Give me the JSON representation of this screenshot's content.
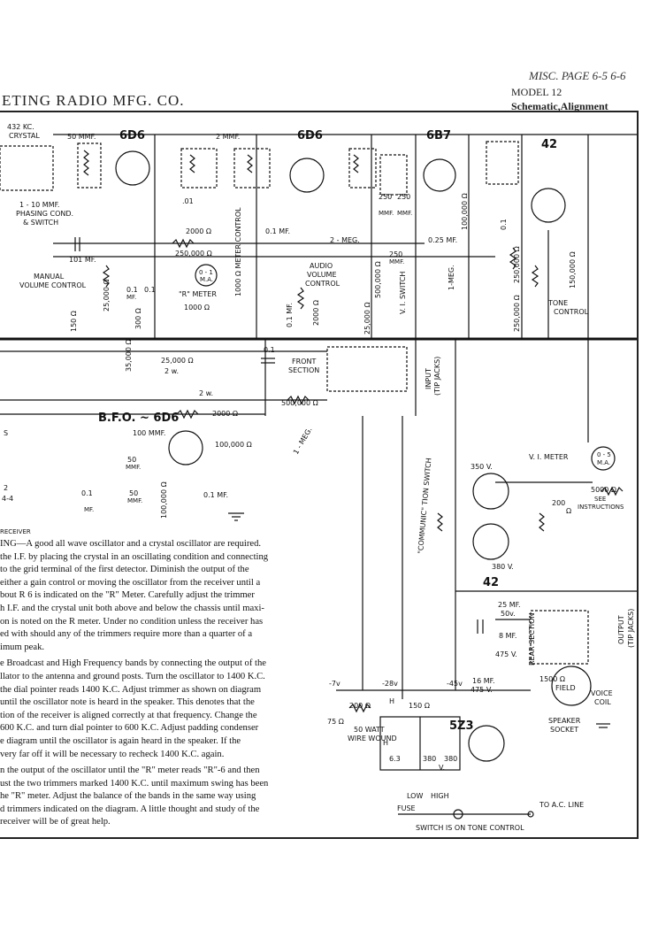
{
  "header": {
    "company": "ETING RADIO MFG. CO.",
    "misc_page": "MISC. PAGE 6-5 6-6",
    "model": "MODEL 12",
    "subtitle": "Schematic,Alignment"
  },
  "tubes": {
    "t1": "6D6",
    "t2": "6D6",
    "t3": "6B7",
    "t4": "42",
    "bfo": "B.F.O. ~ 6D6",
    "out42": "42",
    "rect": "5Z3",
    "vi_meter": "V. I. METER"
  },
  "labels": {
    "crystal_freq": "432 KC.",
    "crystal": "CRYSTAL",
    "c50mmf": "50 MMF.",
    "c2mmf": "2 MMF.",
    "phasing1": "1 - 10 MMF.",
    "phasing2": "PHASING COND.",
    "phasing3": "& SWITCH",
    "c01": ".01",
    "c101": "101 MF.",
    "r250k": "250,000 Ω",
    "r2000": "2000 Ω",
    "c0_1mf": "0.1 MF.",
    "r100000": "100,000 Ω",
    "c250mmf1": "250",
    "c250mmf2": "250",
    "mmf1": "MMF.",
    "mmf2": "MMF.",
    "meg2": "2 - MEG.",
    "c025mf": "0.25 MF.",
    "c250": "250",
    "c250mmf3": "MMF.",
    "manual1": "MANUAL",
    "manual2": "VOLUME CONTROL",
    "r25000": "25,000 Ω",
    "c01mf_a": "0.1",
    "c01mf_b": "0.1",
    "mf": "MF.",
    "r_meter": "\"R\" METER",
    "r1000": "1000 Ω",
    "meter_ma": "0 - 1",
    "meter_ma2": "M.A.",
    "meter_control": "1000 Ω METER CONTROL",
    "audio1": "AUDIO",
    "audio2": "VOLUME",
    "audio3": "CONTROL",
    "r500000": "500,000 Ω",
    "vi_switch": "V. I. SWITCH",
    "r25000b": "25,000 Ω",
    "ohm300": "300 Ω",
    "r2000b": "2000 Ω",
    "r150a": "150 Ω",
    "r1megA": "1-MEG.",
    "r100000b": "100,000 Ω",
    "r250000b": "250,000 Ω",
    "r250000c": "250,000 Ω",
    "r150000": "150,000 Ω",
    "tone1": "TONE",
    "tone2": "CONTROL",
    "c01mf_c": "0.1",
    "c01mf_d": "0.1 MF.",
    "r35000": "35,000 Ω",
    "r25000c": "25,000 Ω",
    "w2": "2 w.",
    "r2w": "2 w.",
    "c01mf_front": "0.1",
    "front1": "FRONT",
    "front2": "SECTION",
    "input1": "INPUT",
    "input2": "(TIP JACKS)",
    "r500000b": "500,000 Ω",
    "r1meg": "1 - MEG.",
    "r2000c": "2000 Ω",
    "c100mmf": "100 MMF.",
    "c50mmf_a": "50",
    "c50mmf_b": "MMF.",
    "r100000c": "100,000 Ω",
    "c01bfo": "0.1 MF.",
    "c50b": "50",
    "c50b2": "MMF.",
    "c01mf_x": "0.1",
    "c01mf_x2": "MF.",
    "comm_switch": "\"COMMUNIC\" TION SWITCH",
    "v350": "350 V.",
    "v380": "380 V.",
    "r200": "200",
    "r200ohm": "Ω",
    "r5000": "5000 Ω",
    "see_instr1": "SEE",
    "see_instr2": "INSTRUCTIONS",
    "meter05": "0 - 5",
    "meter05b": "M.A.",
    "c25mf": "25 MF.",
    "v50": "50v.",
    "c8mf": "8 MF.",
    "v475": "475 V.",
    "rear_section": "REAR SECTION",
    "output1": "OUTPUT",
    "output2": "(TIP JACKS)",
    "c16mf": "16 MF.",
    "v475b": "475 V.",
    "v28": "-28v",
    "v45": "-45v",
    "v7": "-7v",
    "r200b": "200 Ω",
    "r75": "75 Ω",
    "r150b": "150 Ω",
    "watt1": "50 WATT",
    "watt2": "WIRE WOUND",
    "field1": "1500 Ω",
    "field2": "FIELD",
    "voice1": "VOICE",
    "voice2": "COIL",
    "speaker1": "SPEAKER",
    "speaker2": "SOCKET",
    "v63": "6.3",
    "v380a": "380",
    "v380b": "380",
    "vv": "V.",
    "low": "LOW",
    "high": "HIGH",
    "fuse": "FUSE",
    "ac_line": "TO A.C. LINE",
    "tone_switch": "SWITCH IS ON TONE CONTROL",
    "left_4": "4-4",
    "left_2": "2",
    "left_receiver": "RECEIVER",
    "left_s": "S",
    "h": "H",
    "h2": "H"
  },
  "body_text": {
    "p1": [
      "ING—A good all wave oscillator and a crystal oscillator are required.",
      "the I.F. by placing the crystal in an oscillating condition and connecting",
      "to the grid terminal of the first detector.  Diminish the output of the",
      "either a gain control or moving the oscillator from the receiver until a",
      "bout R 6 is indicated on the \"R\" Meter.  Carefully adjust the trimmer",
      "h I.F. and the crystal unit both above and below the chassis until maxi-",
      "on is noted on the R meter.  Under no condition unless the receiver has",
      "ed with should any of the trimmers require more than a quarter of a",
      "imum peak."
    ],
    "p2": [
      "e Broadcast and High Frequency bands by connecting the output of the",
      "llator to the antenna and ground posts.  Turn the oscillator to 1400 K.C.",
      "the dial pointer reads 1400 K.C.  Adjust trimmer as shown on diagram",
      " until the oscillator note is heard in the speaker.  This denotes that the",
      "tion of the receiver is aligned correctly at that frequency.  Change the",
      "600 K.C. and turn dial pointer to 600 K.C.  Adjust padding condenser",
      "e diagram until the oscillator is again heard in the speaker.  If the",
      "very far off it will be necessary to recheck 1400 K.C. again."
    ],
    "p3": [
      "n the output of the oscillator until the \"R\" meter reads \"R\"-6 and then",
      "ust the two trimmers marked 1400 K.C. until maximum swing has been",
      "he \"R\" meter.  Adjust the balance of the bands in the same way using",
      "d trimmers indicated on the diagram.  A little thought and study of the",
      " receiver will be of great help."
    ]
  }
}
